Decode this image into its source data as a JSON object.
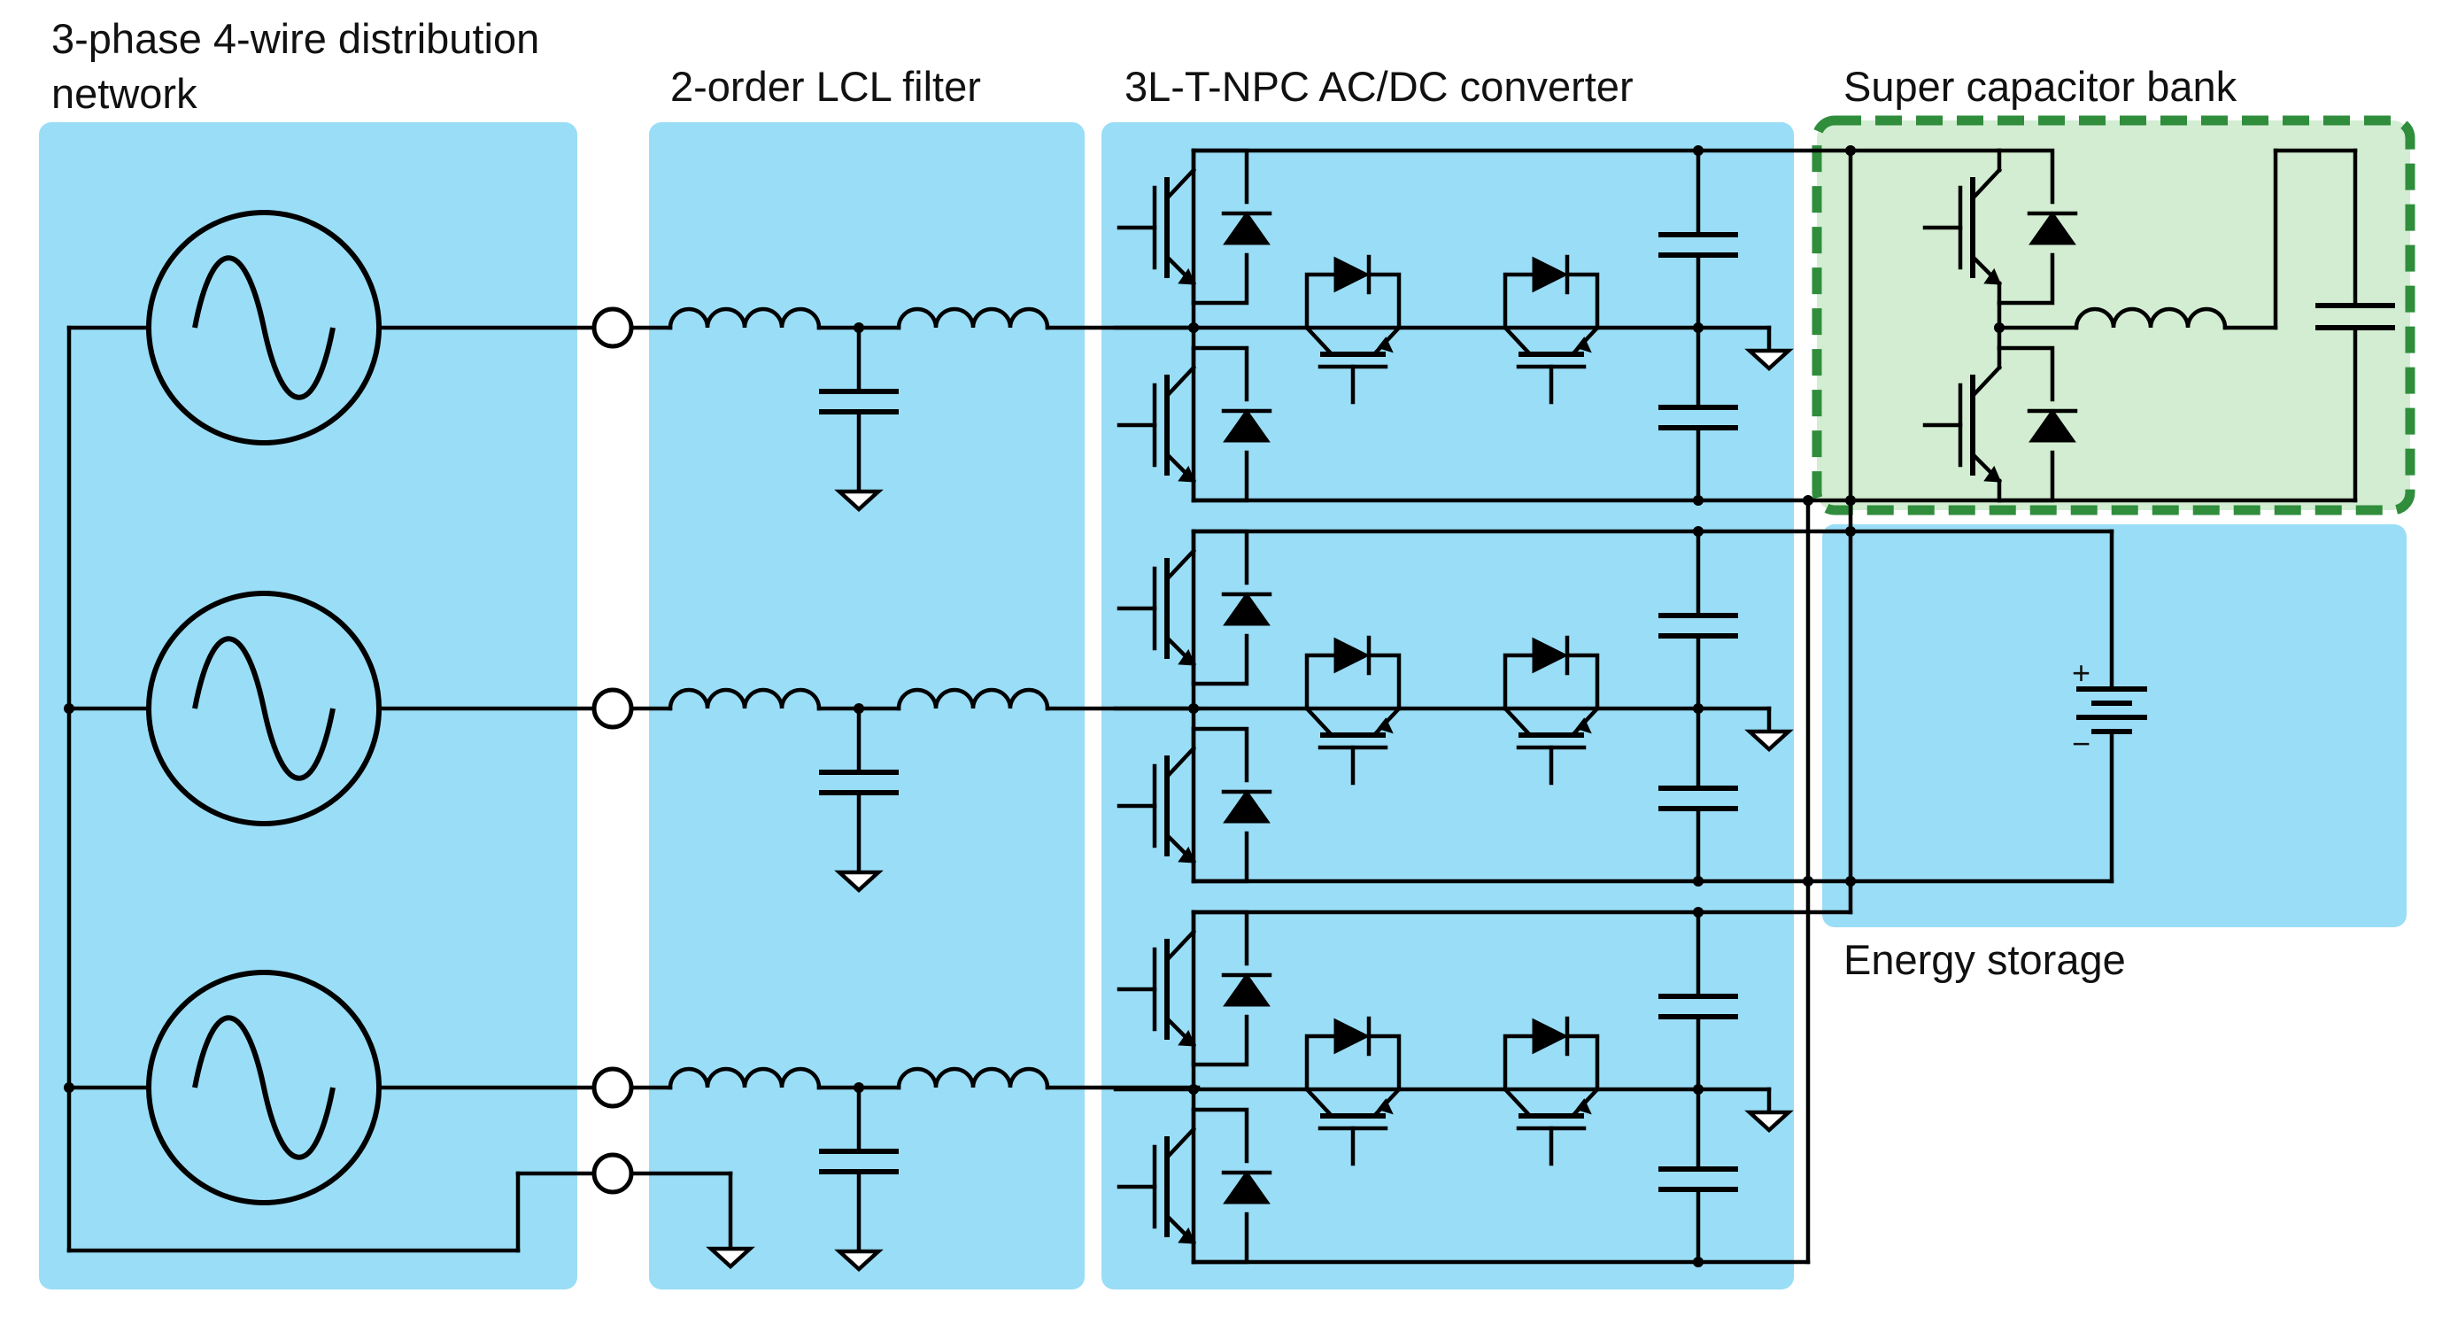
{
  "labels": {
    "grid_line1": "3-phase 4-wire distribution",
    "grid_line2": "network",
    "filter": "2-order LCL filter",
    "converter": "3L-T-NPC AC/DC converter",
    "supercap": "Super capacitor bank",
    "storage": "Energy storage",
    "battery_plus": "+",
    "battery_minus": "−"
  },
  "colors": {
    "panel_blue": "#9ADDF6",
    "panel_green": "#D2EDD1",
    "dash_green": "#2F8D3C",
    "wire": "#000000"
  },
  "icons": {
    "source": "ac-voltage-source-icon",
    "terminal": "terminal-icon",
    "inductor": "inductor-icon",
    "capacitor": "capacitor-icon",
    "ground": "ground-icon",
    "igbt": "igbt-with-diode-icon",
    "battery": "battery-icon"
  }
}
